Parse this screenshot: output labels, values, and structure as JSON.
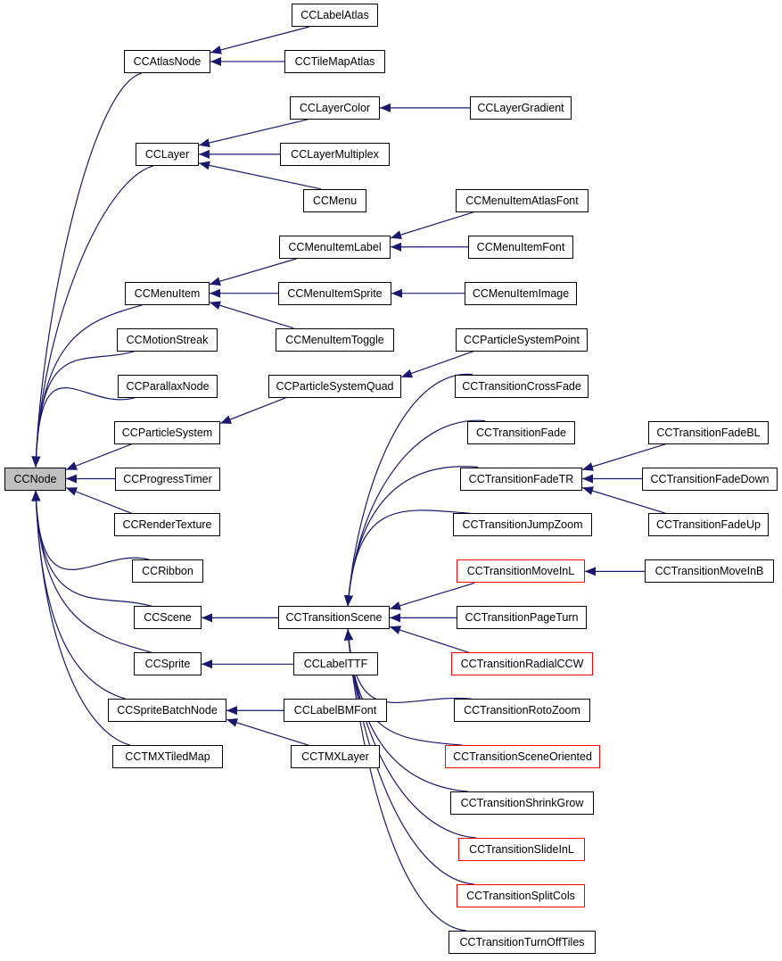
{
  "colors": {
    "edge": "#191970",
    "box_border": "#000000",
    "undocumented_border": "#ff0000",
    "root_fill": "#bfbfbf"
  },
  "nodes": [
    {
      "name": "CCNode",
      "parent": null,
      "root": true
    },
    {
      "name": "CCAtlasNode",
      "parent": "CCNode"
    },
    {
      "name": "CCLabelAtlas",
      "parent": "CCAtlasNode"
    },
    {
      "name": "CCTileMapAtlas",
      "parent": "CCAtlasNode"
    },
    {
      "name": "CCLayer",
      "parent": "CCNode"
    },
    {
      "name": "CCLayerColor",
      "parent": "CCLayer"
    },
    {
      "name": "CCLayerGradient",
      "parent": "CCLayerColor"
    },
    {
      "name": "CCLayerMultiplex",
      "parent": "CCLayer"
    },
    {
      "name": "CCMenu",
      "parent": "CCLayer"
    },
    {
      "name": "CCMenuItem",
      "parent": "CCNode"
    },
    {
      "name": "CCMenuItemLabel",
      "parent": "CCMenuItem"
    },
    {
      "name": "CCMenuItemAtlasFont",
      "parent": "CCMenuItemLabel"
    },
    {
      "name": "CCMenuItemFont",
      "parent": "CCMenuItemLabel"
    },
    {
      "name": "CCMenuItemSprite",
      "parent": "CCMenuItem"
    },
    {
      "name": "CCMenuItemImage",
      "parent": "CCMenuItemSprite"
    },
    {
      "name": "CCMenuItemToggle",
      "parent": "CCMenuItem"
    },
    {
      "name": "CCMotionStreak",
      "parent": "CCNode"
    },
    {
      "name": "CCParallaxNode",
      "parent": "CCNode"
    },
    {
      "name": "CCParticleSystem",
      "parent": "CCNode"
    },
    {
      "name": "CCParticleSystemQuad",
      "parent": "CCParticleSystem"
    },
    {
      "name": "CCParticleSystemPoint",
      "parent": "CCParticleSystemQuad"
    },
    {
      "name": "CCProgressTimer",
      "parent": "CCNode"
    },
    {
      "name": "CCRenderTexture",
      "parent": "CCNode"
    },
    {
      "name": "CCRibbon",
      "parent": "CCNode"
    },
    {
      "name": "CCScene",
      "parent": "CCNode"
    },
    {
      "name": "CCTransitionScene",
      "parent": "CCScene"
    },
    {
      "name": "CCTransitionCrossFade",
      "parent": "CCTransitionScene"
    },
    {
      "name": "CCTransitionFade",
      "parent": "CCTransitionScene"
    },
    {
      "name": "CCTransitionFadeTR",
      "parent": "CCTransitionScene"
    },
    {
      "name": "CCTransitionFadeBL",
      "parent": "CCTransitionFadeTR"
    },
    {
      "name": "CCTransitionFadeDown",
      "parent": "CCTransitionFadeTR"
    },
    {
      "name": "CCTransitionFadeUp",
      "parent": "CCTransitionFadeTR"
    },
    {
      "name": "CCTransitionJumpZoom",
      "parent": "CCTransitionScene"
    },
    {
      "name": "CCTransitionMoveInL",
      "parent": "CCTransitionScene",
      "red": true
    },
    {
      "name": "CCTransitionMoveInB",
      "parent": "CCTransitionMoveInL"
    },
    {
      "name": "CCTransitionPageTurn",
      "parent": "CCTransitionScene"
    },
    {
      "name": "CCTransitionRadialCCW",
      "parent": "CCTransitionScene",
      "red": true
    },
    {
      "name": "CCTransitionRotoZoom",
      "parent": "CCTransitionScene"
    },
    {
      "name": "CCTransitionSceneOriented",
      "parent": "CCTransitionScene",
      "red": true
    },
    {
      "name": "CCTransitionShrinkGrow",
      "parent": "CCTransitionScene"
    },
    {
      "name": "CCTransitionSlideInL",
      "parent": "CCTransitionScene",
      "red": true
    },
    {
      "name": "CCTransitionSplitCols",
      "parent": "CCTransitionScene",
      "red": true
    },
    {
      "name": "CCTransitionTurnOffTiles",
      "parent": "CCTransitionScene"
    },
    {
      "name": "CCSprite",
      "parent": "CCNode"
    },
    {
      "name": "CCLabelTTF",
      "parent": "CCSprite"
    },
    {
      "name": "CCSpriteBatchNode",
      "parent": "CCNode"
    },
    {
      "name": "CCLabelBMFont",
      "parent": "CCSpriteBatchNode"
    },
    {
      "name": "CCTMXLayer",
      "parent": "CCSpriteBatchNode"
    },
    {
      "name": "CCTMXTiledMap",
      "parent": "CCNode"
    }
  ]
}
